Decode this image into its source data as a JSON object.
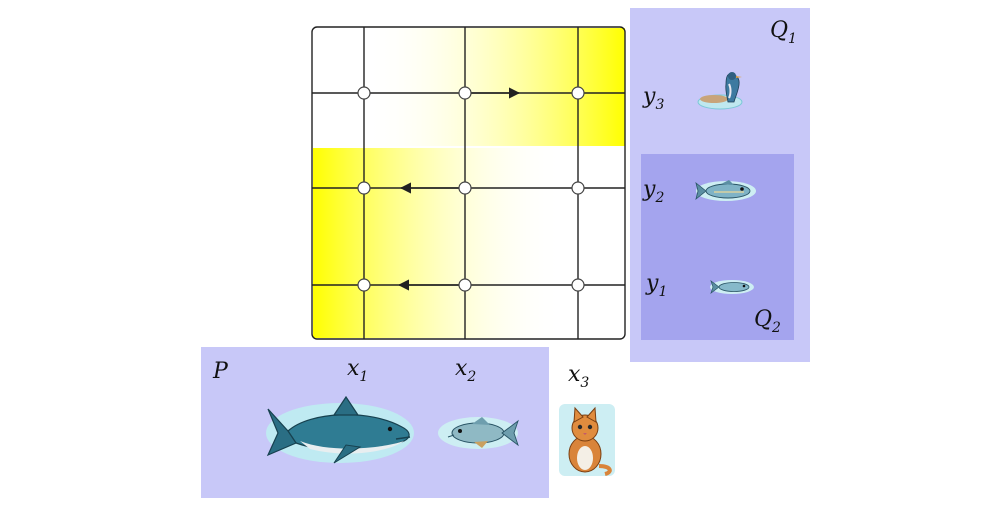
{
  "labels": {
    "P": "P",
    "Q1": {
      "base": "Q",
      "sub": "1"
    },
    "Q2": {
      "base": "Q",
      "sub": "2"
    },
    "x1": {
      "base": "x",
      "sub": "1"
    },
    "x2": {
      "base": "x",
      "sub": "2"
    },
    "x3": {
      "base": "x",
      "sub": "3"
    },
    "y1": {
      "base": "y",
      "sub": "1"
    },
    "y2": {
      "base": "y",
      "sub": "2"
    },
    "y3": {
      "base": "y",
      "sub": "3"
    }
  },
  "icons": {
    "x1": "shark-icon",
    "x2": "fish-icon",
    "x3": "cat-icon",
    "y1": "small-fish-icon",
    "y2": "fish-icon",
    "y3": "bird-icon"
  },
  "colors": {
    "set_fill": "#c8c8f8",
    "inner_set_fill": "#a4a4ee",
    "highlight": "#ffff00",
    "grid_line": "#222222",
    "node_fill": "#ffffff"
  }
}
